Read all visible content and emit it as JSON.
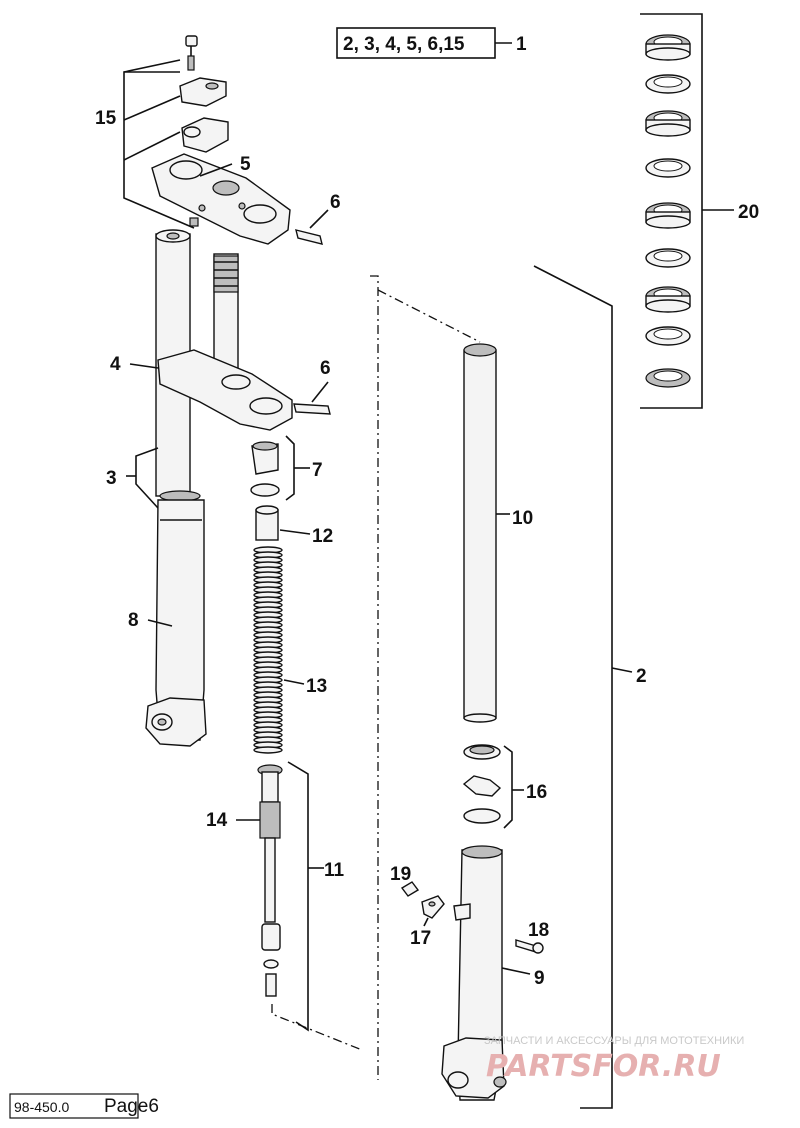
{
  "callouts": {
    "c1": "1",
    "c2": "2",
    "c3": "3",
    "c4": "4",
    "c5": "5",
    "c6a": "6",
    "c6b": "6",
    "c7": "7",
    "c8": "8",
    "c9": "9",
    "c10": "10",
    "c11": "11",
    "c12": "12",
    "c13": "13",
    "c14": "14",
    "c15": "15",
    "c16": "16",
    "c17": "17",
    "c18": "18",
    "c19": "19",
    "c20": "20"
  },
  "kit_box": "2, 3, 4, 5, 6,15",
  "watermark": {
    "line1": "ЗАПЧАСТИ И АКСЕССУАРЫ ДЛЯ МОТОТЕХНИКИ",
    "line2": "PARTSFOR.RU"
  },
  "footer": {
    "doc_number": "98-450.0",
    "page_label": "Page6"
  }
}
